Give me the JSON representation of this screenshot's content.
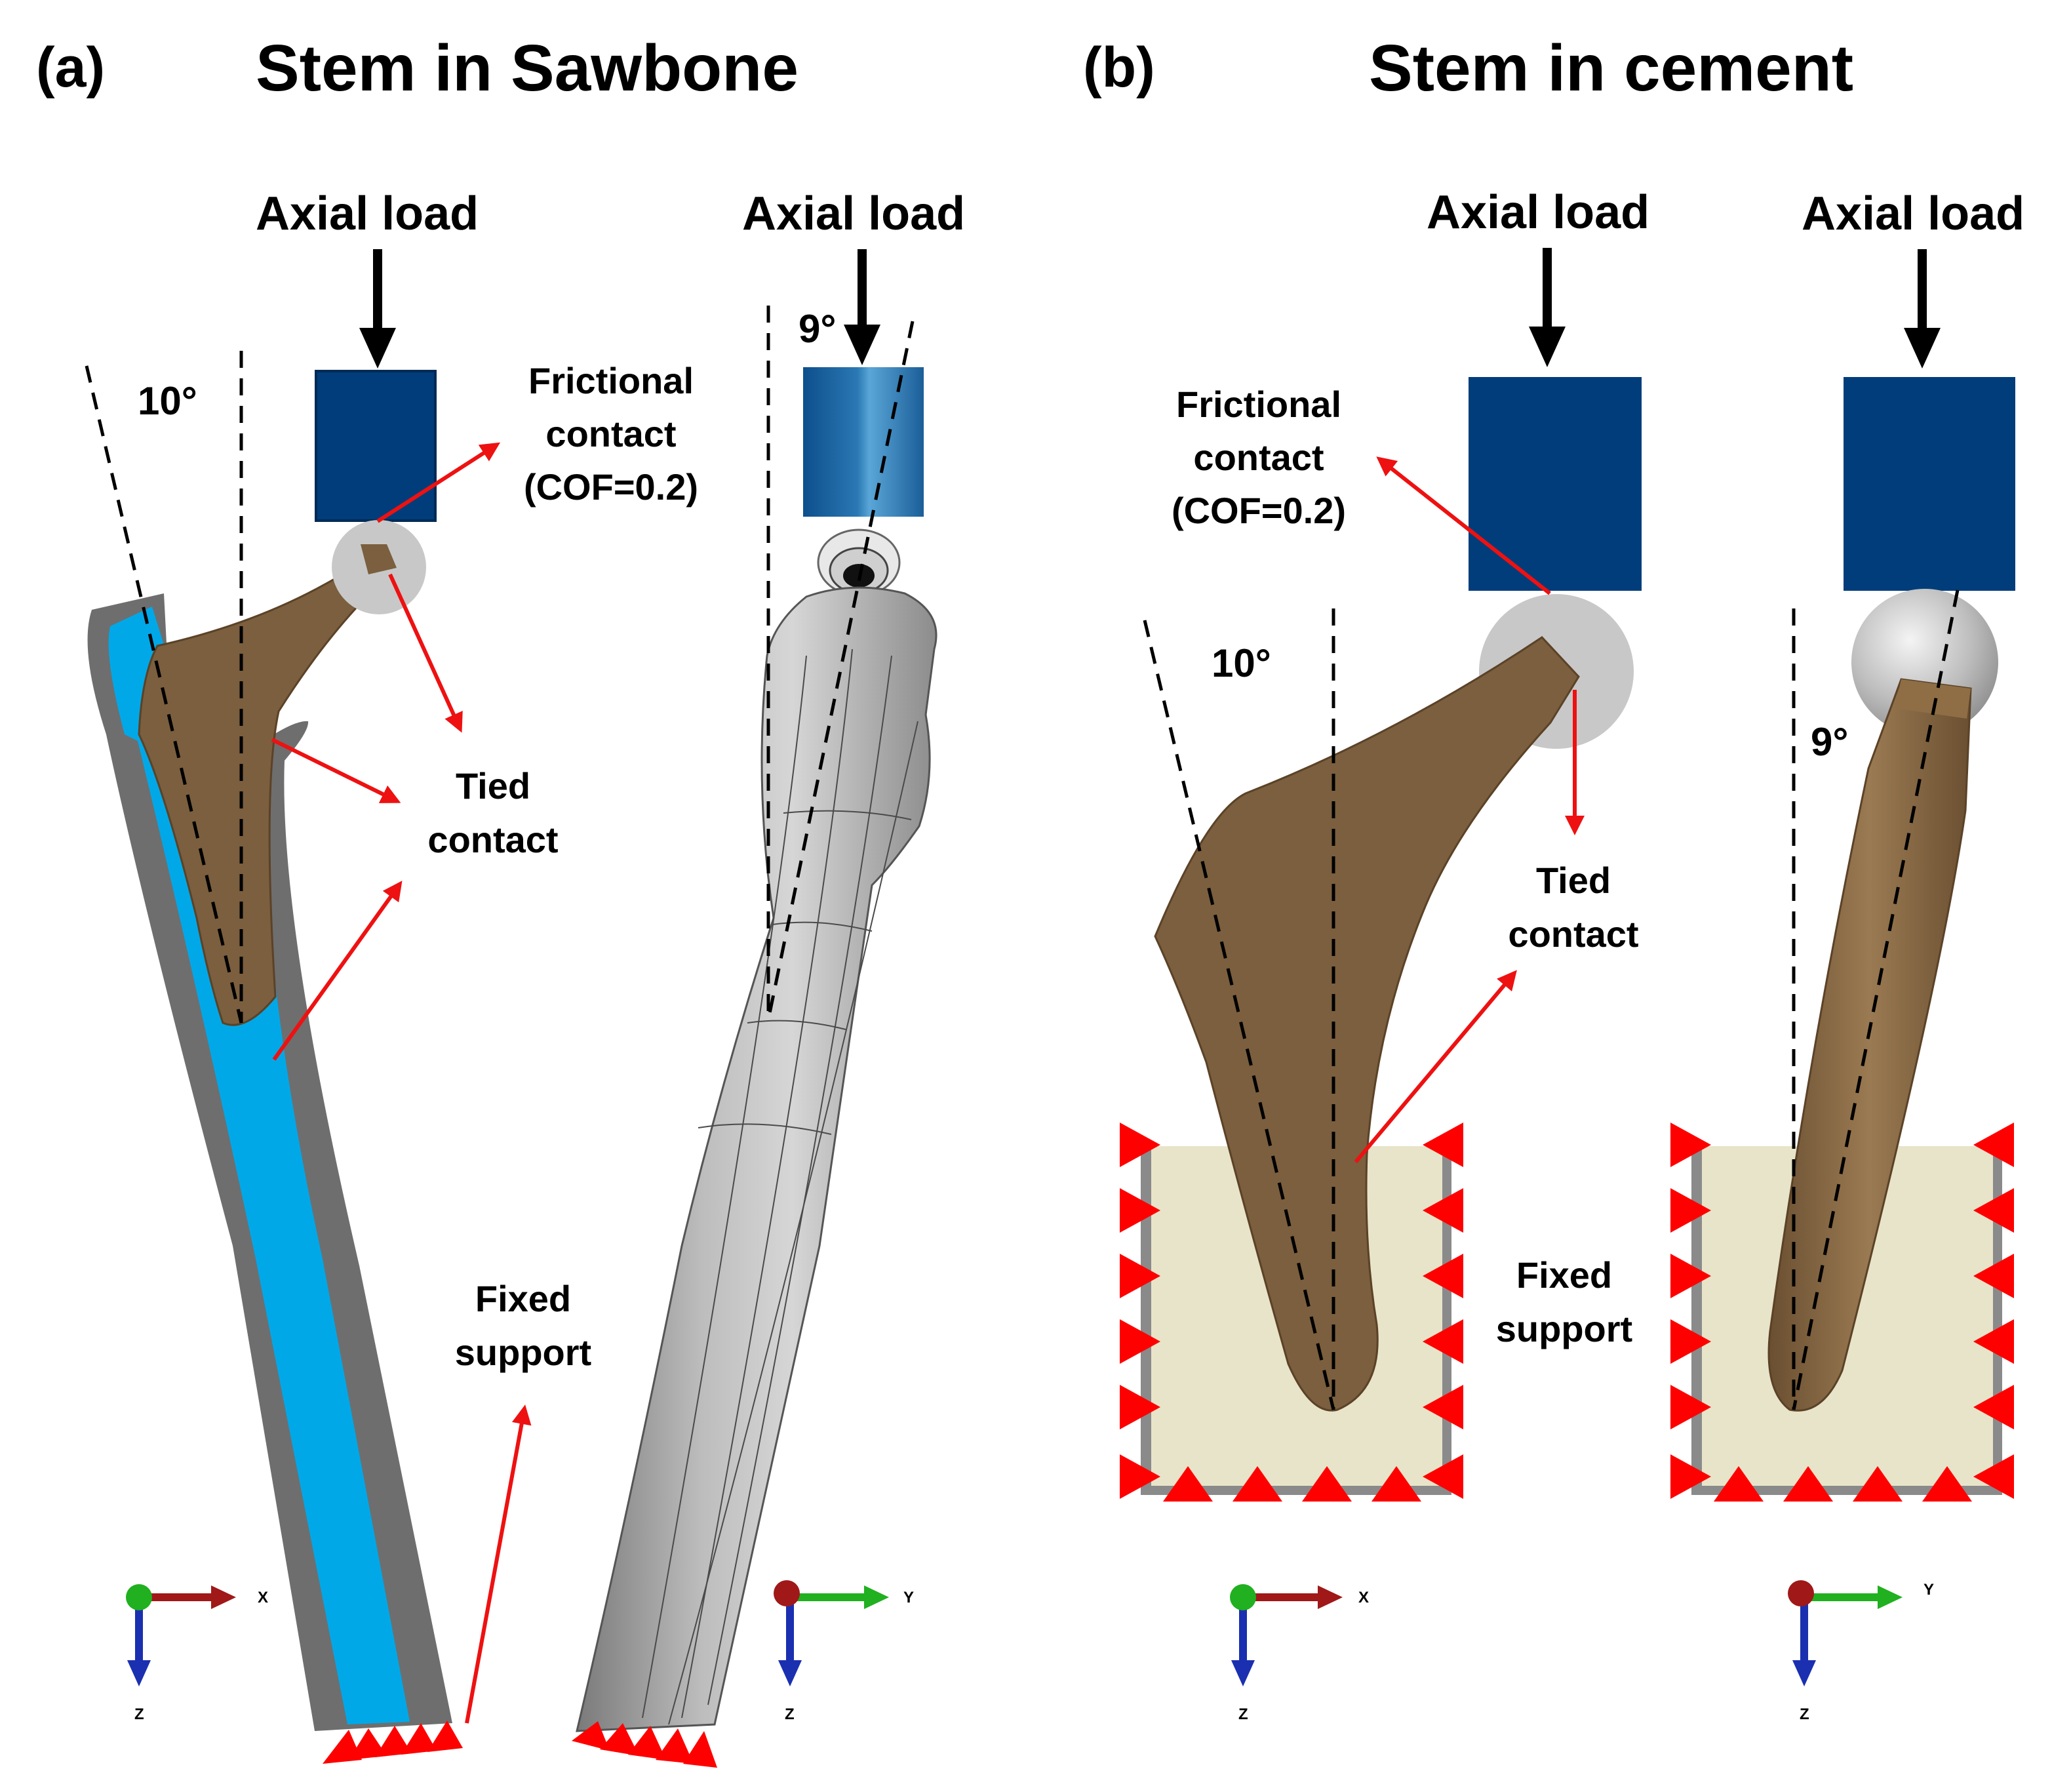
{
  "panels": {
    "a": {
      "label": "(a)",
      "title": "Stem in Sawbone",
      "views": [
        {
          "load_label": "Axial load",
          "angle_label": "10°"
        },
        {
          "load_label": "Axial load",
          "angle_label": "9°"
        }
      ],
      "frictional_contact": [
        "Frictional",
        "contact",
        "(COF=0.2)"
      ],
      "tied_contact": [
        "Tied",
        "contact"
      ],
      "fixed_support": [
        "Fixed",
        "support"
      ],
      "triads": [
        {
          "horizontal_axis": "X",
          "vertical_axis": "Z"
        },
        {
          "horizontal_axis": "Y",
          "vertical_axis": "Z"
        }
      ]
    },
    "b": {
      "label": "(b)",
      "title": "Stem in cement",
      "views": [
        {
          "load_label": "Axial load",
          "angle_label": "10°"
        },
        {
          "load_label": "Axial load",
          "angle_label": "9°"
        }
      ],
      "frictional_contact": [
        "Frictional",
        "contact",
        "(COF=0.2)"
      ],
      "tied_contact": [
        "Tied",
        "contact"
      ],
      "fixed_support": [
        "Fixed",
        "support"
      ],
      "triads": [
        {
          "horizontal_axis": "X",
          "vertical_axis": "Z"
        },
        {
          "horizontal_axis": "Y",
          "vertical_axis": "Z"
        }
      ]
    }
  },
  "colors": {
    "stem": "#7b5f3e",
    "loading_block": "#003d7a",
    "loading_block_shaded": "#2a78b4",
    "cancellous_sawbone": "#00a8e8",
    "cortical_sawbone": "#6e6e6e",
    "femoral_head": "#c8c8c8",
    "cement": "#e8e4c9",
    "cement_wall": "#8a8a8a",
    "annotation_arrow": "#ee1111",
    "boundary_marker": "#ff0000",
    "axis_x": "#a01818",
    "axis_y": "#20b020",
    "axis_z": "#1a30b0"
  }
}
